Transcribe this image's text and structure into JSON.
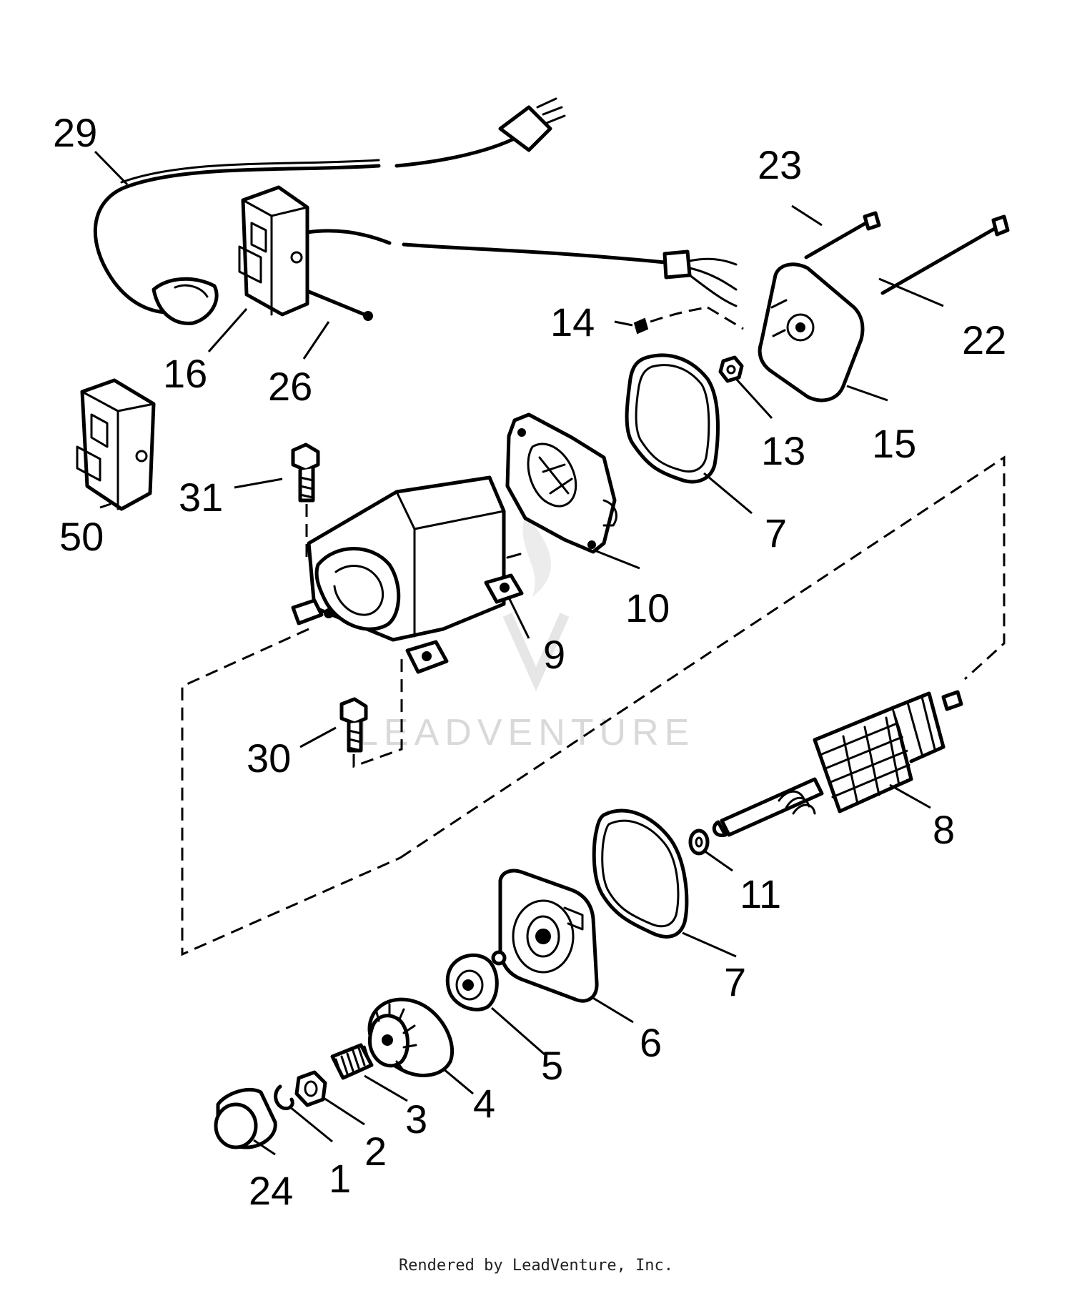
{
  "watermark": "LEADVENTURE",
  "footer": "Rendered by LeadVenture, Inc.",
  "callouts": {
    "c29": "29",
    "c23": "23",
    "c22": "22",
    "c14": "14",
    "c16": "16",
    "c26": "26",
    "c13": "13",
    "c15": "15",
    "c50": "50",
    "c31": "31",
    "c7a": "7",
    "c10": "10",
    "c9": "9",
    "c30": "30",
    "c8": "8",
    "c11": "11",
    "c7b": "7",
    "c6": "6",
    "c5": "5",
    "c4": "4",
    "c3": "3",
    "c2": "2",
    "c1": "1",
    "c24": "24"
  },
  "colors": {
    "ink": "#000000",
    "paper": "#ffffff",
    "watermark": "#d9d9d9"
  }
}
